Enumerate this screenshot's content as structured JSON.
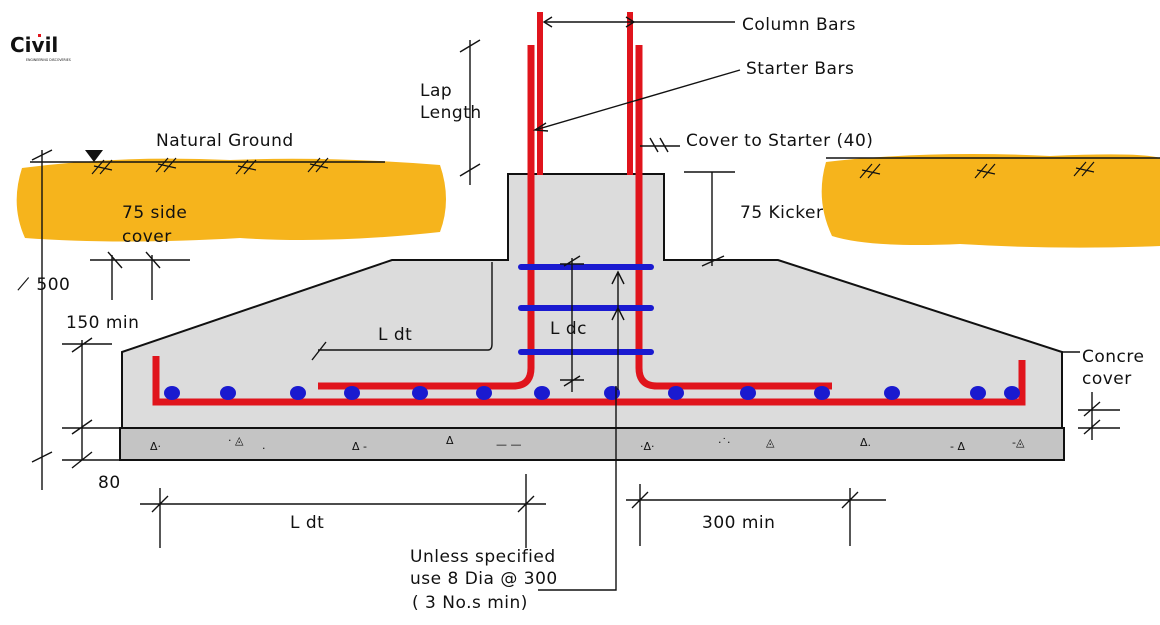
{
  "logo": {
    "text": "Civil",
    "subtext": "ENGINEERING DISCOVERIES"
  },
  "labels": {
    "column_bars": "Column Bars",
    "starter_bars": "Starter Bars",
    "lap_length_1": "Lap",
    "lap_length_2": "Length",
    "natural_ground": "Natural Ground",
    "cover_to_starter": "Cover to Starter (40)",
    "side_cover_1": "75 side",
    "side_cover_2": "cover",
    "kicker": "75 Kicker",
    "depth_500": "̸ 500",
    "min_150": "150 min",
    "ldt_upper": "L dt",
    "ldc": "L dc",
    "concrete_cover_1": "Concre",
    "concrete_cover_2": "cover",
    "blinding_80": "80",
    "ldt_lower": "L dt",
    "min_300": "300 min",
    "note_1": "Unless specified",
    "note_2": "use 8 Dia @ 300",
    "note_3": "( 3 No.s min)"
  },
  "colors": {
    "soil": "#f6b41c",
    "concrete": "#dcdcdc",
    "blinding": "#c4c4c4",
    "rebar": "#e0141c",
    "links": "#1a1ad0",
    "line": "#111111"
  }
}
